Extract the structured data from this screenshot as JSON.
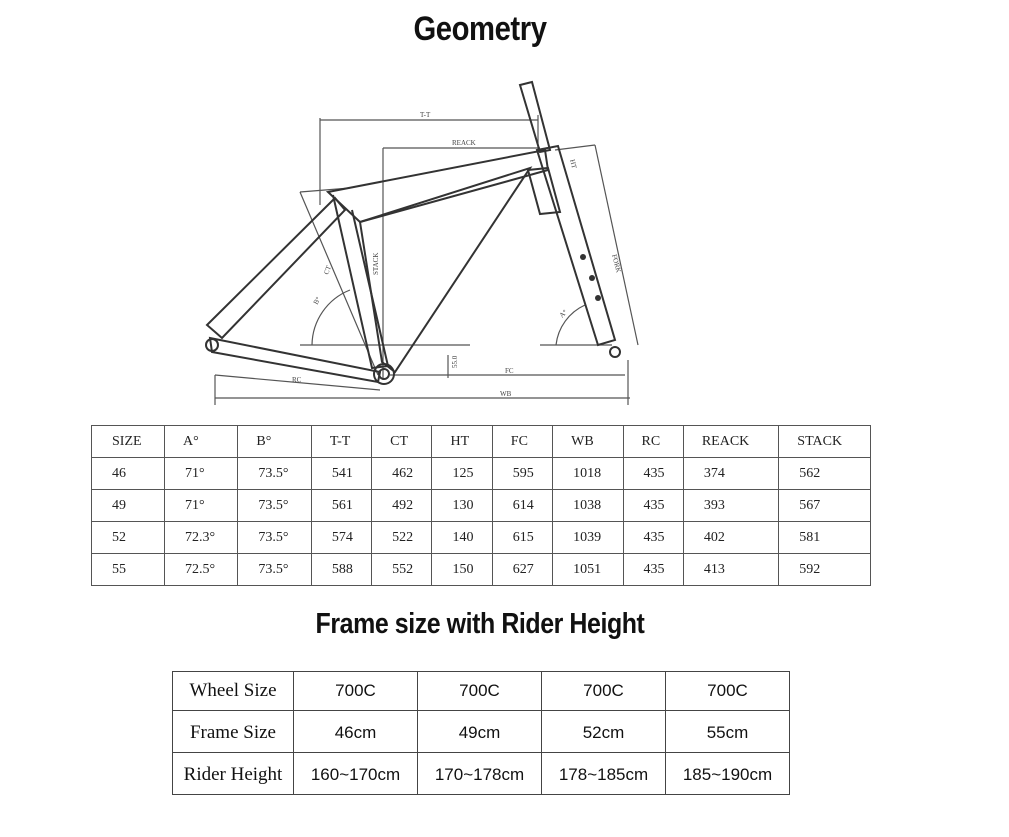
{
  "titles": {
    "geometry": "Geometry",
    "rider": "Frame size with Rider Height"
  },
  "diagram_labels": {
    "tt": "T-T",
    "reack": "REACK",
    "ht": "HT",
    "stack": "STACK",
    "ct": "CT",
    "b": "B°",
    "a": "A°",
    "fork": "FORK",
    "bb_drop": "55.0",
    "fc": "FC",
    "rc": "RC",
    "wb": "WB"
  },
  "geometry_table": {
    "headers": [
      "SIZE",
      "A°",
      "B°",
      "T-T",
      "CT",
      "HT",
      "FC",
      "WB",
      "RC",
      "REACK",
      "STACK"
    ],
    "rows": [
      [
        "46",
        "71°",
        "73.5°",
        "541",
        "462",
        "125",
        "595",
        "1018",
        "435",
        "374",
        "562"
      ],
      [
        "49",
        "71°",
        "73.5°",
        "561",
        "492",
        "130",
        "614",
        "1038",
        "435",
        "393",
        "567"
      ],
      [
        "52",
        "72.3°",
        "73.5°",
        "574",
        "522",
        "140",
        "615",
        "1039",
        "435",
        "402",
        "581"
      ],
      [
        "55",
        "72.5°",
        "73.5°",
        "588",
        "552",
        "150",
        "627",
        "1051",
        "435",
        "413",
        "592"
      ]
    ]
  },
  "rider_table": {
    "wheel_label": "Wheel Size",
    "frame_label": "Frame Size",
    "rider_label": "Rider Height",
    "wheel": [
      "700C",
      "700C",
      "700C",
      "700C"
    ],
    "frame": [
      "46cm",
      "49cm",
      "52cm",
      "55cm"
    ],
    "height": [
      "160~170cm",
      "170~178cm",
      "178~185cm",
      "185~190cm"
    ]
  }
}
